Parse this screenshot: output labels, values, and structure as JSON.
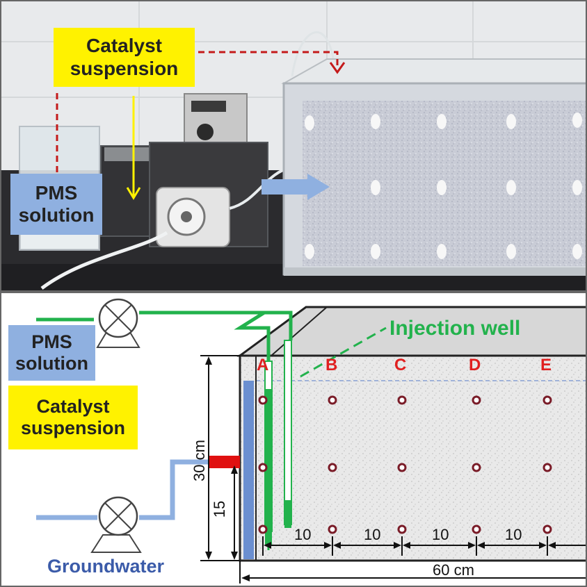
{
  "photo_panel": {
    "catalyst_label": [
      "Catalyst",
      "suspension"
    ],
    "pms_label": [
      "PMS",
      "solution"
    ]
  },
  "schematic_panel": {
    "pms_label": [
      "PMS",
      "solution"
    ],
    "catalyst_label": [
      "Catalyst",
      "suspension"
    ],
    "groundwater_label": "Groundwater",
    "injection_well_label": "Injection well",
    "well_columns": [
      "A",
      "B",
      "C",
      "D",
      "E"
    ],
    "height_label": "30 cm",
    "mid_height_label": "15",
    "spacing_label": "10",
    "width_label": "60 cm"
  },
  "colors": {
    "label_yellow": "#fff200",
    "label_blue": "#8fb0e0",
    "flow_green": "#22b24c",
    "dashed_red": "#c41a1a",
    "column_letter_red": "#e02020",
    "groundwater_text": "#3b5ba9",
    "pipe_blue": "#8fb0e0",
    "inlet_red": "#e01010"
  }
}
